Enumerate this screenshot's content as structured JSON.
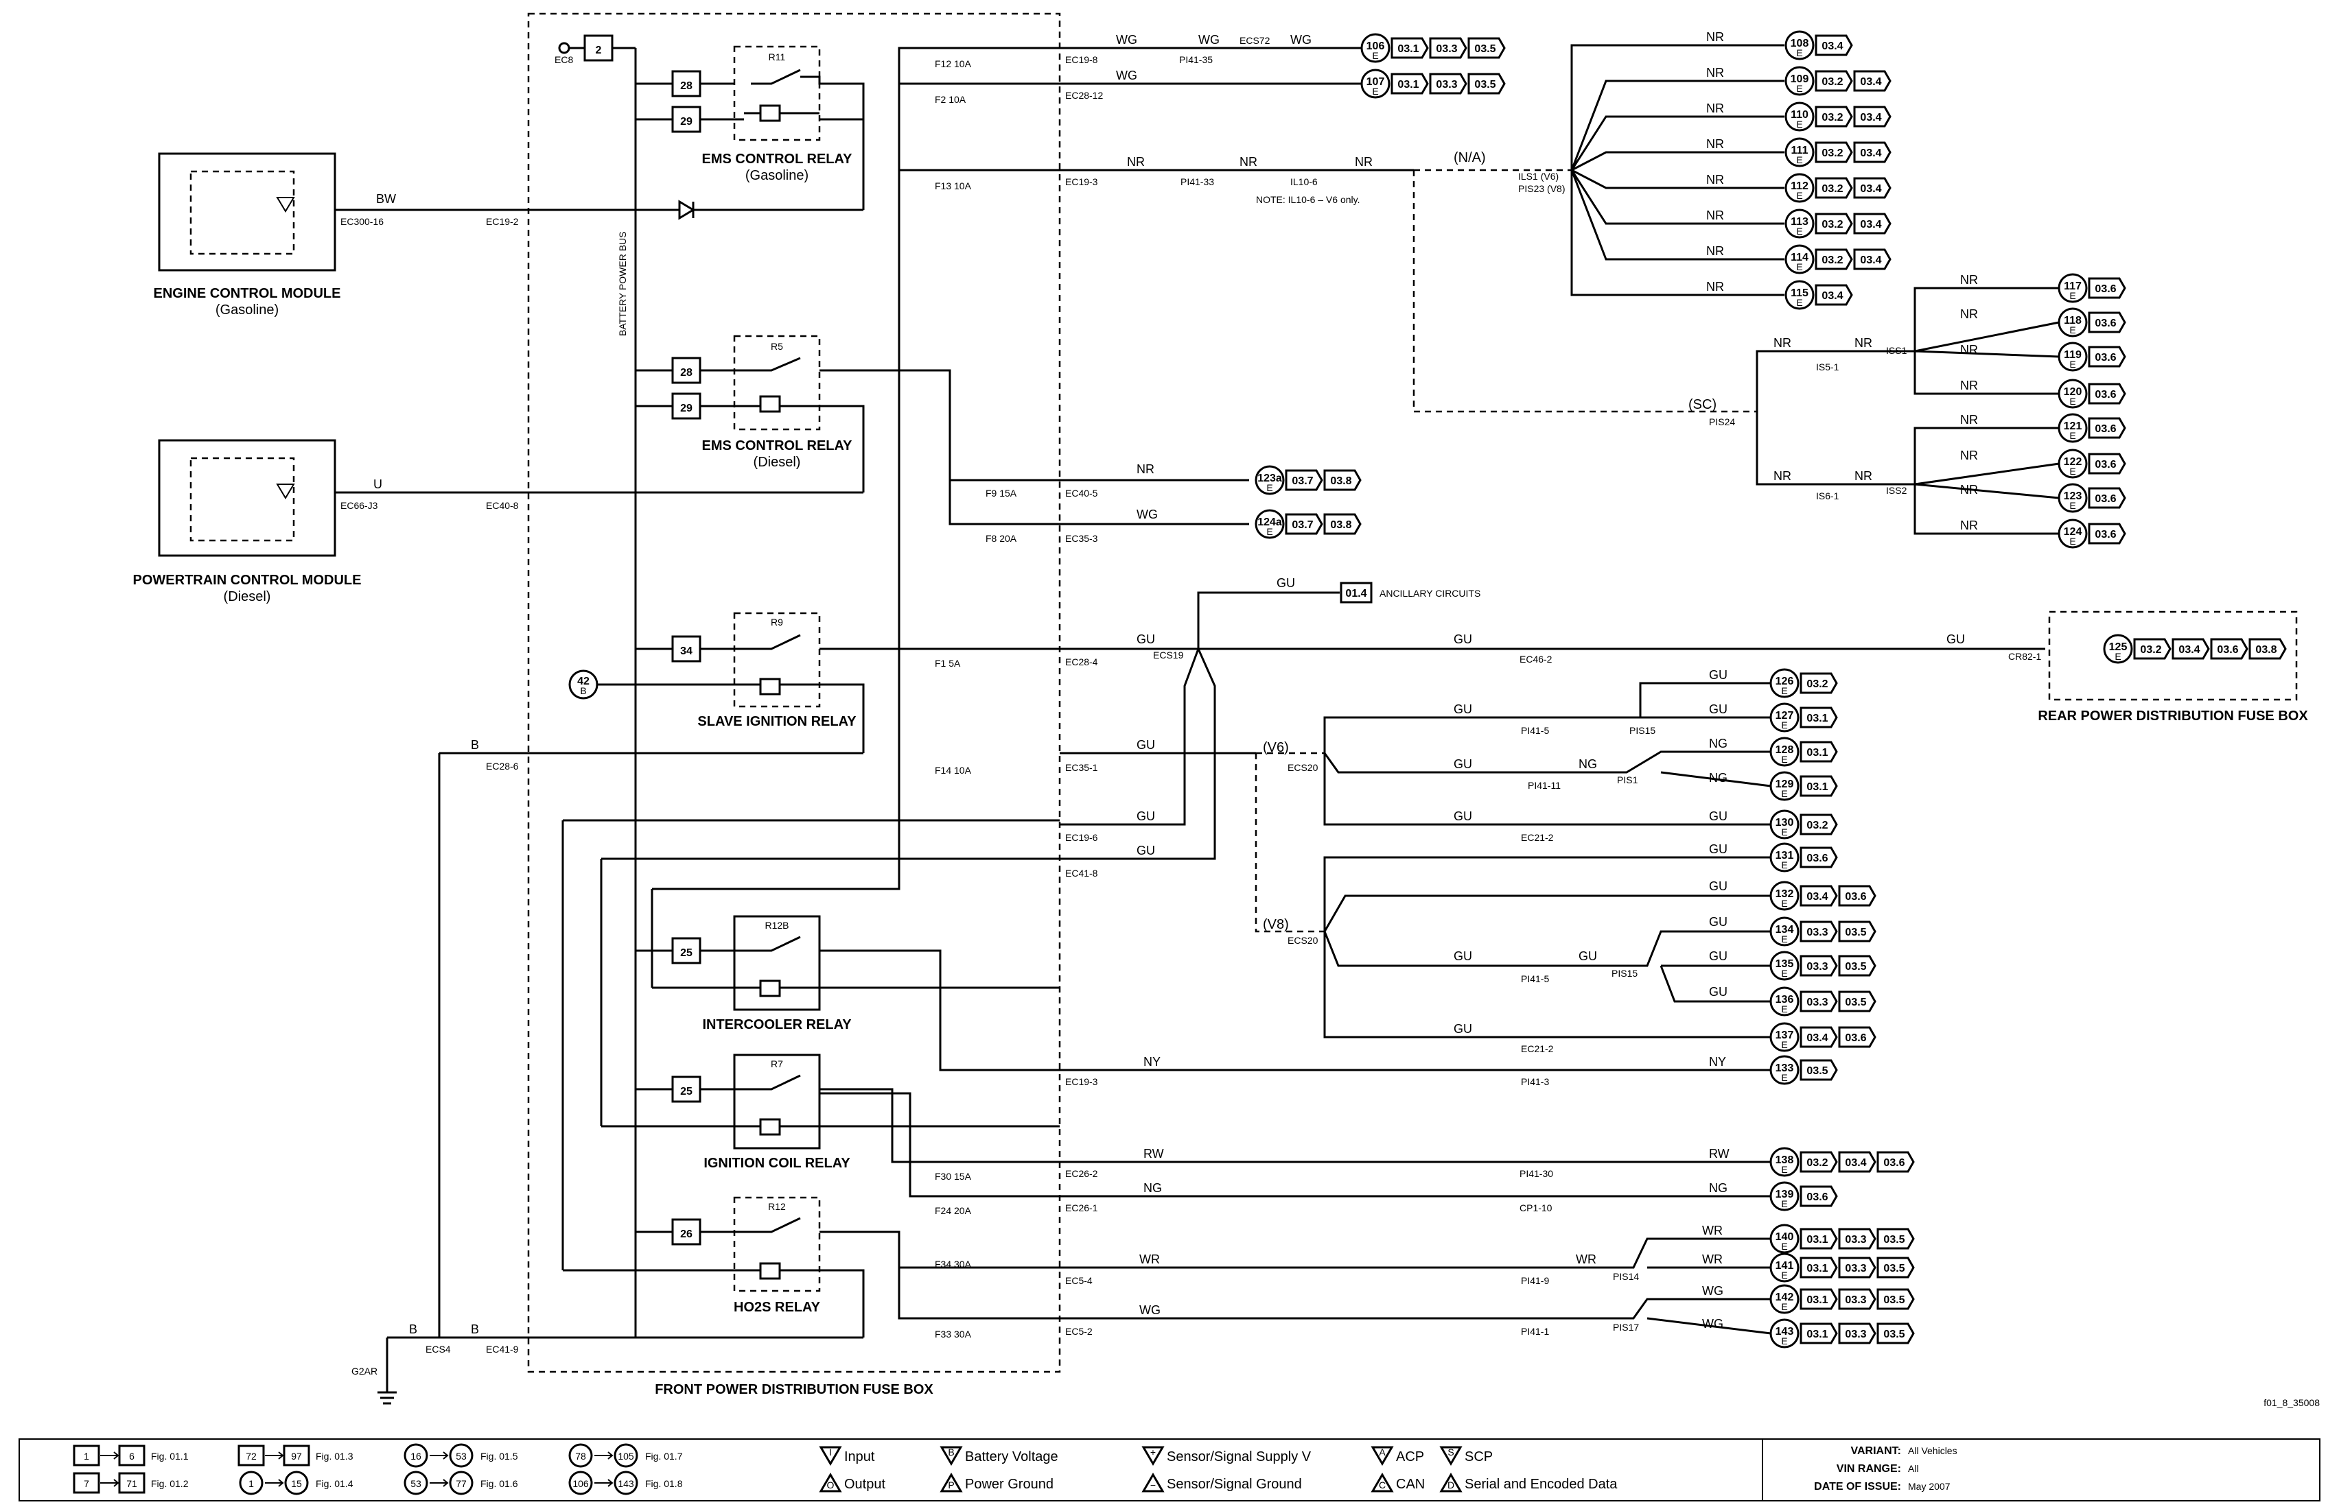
{
  "modules": {
    "ecm": {
      "title": "ENGINE CONTROL MODULE",
      "sub": "(Gasoline)",
      "pin": "EC300-16",
      "wire": "BW"
    },
    "pcm": {
      "title": "POWERTRAIN CONTROL MODULE",
      "sub": "(Diesel)",
      "pin": "EC66-J3",
      "wire": "U"
    },
    "front_box": "FRONT POWER DISTRIBUTION FUSE BOX",
    "rear_box": "REAR POWER DISTRIBUTION FUSE BOX",
    "bus": "BATTERY POWER BUS",
    "ec8": "EC8",
    "ground": "G2AR",
    "ground_splice": "ECS4",
    "ref2": "2",
    "ref42": "42",
    "ref42_sub": "B"
  },
  "relays": [
    {
      "id": "R11",
      "name": "EMS CONTROL RELAY",
      "sub": "(Gasoline)",
      "ref_a": "28",
      "ref_b": "29"
    },
    {
      "id": "R5",
      "name": "EMS CONTROL RELAY",
      "sub": "(Diesel)",
      "ref_a": "28",
      "ref_b": "29"
    },
    {
      "id": "R9",
      "name": "SLAVE IGNITION RELAY",
      "sub": "",
      "ref_a": "34",
      "ref_b": ""
    },
    {
      "id": "R12B",
      "name": "INTERCOOLER RELAY",
      "sub": "",
      "ref_a": "25",
      "ref_b": ""
    },
    {
      "id": "R7",
      "name": "IGNITION COIL RELAY",
      "sub": "",
      "ref_a": "25",
      "ref_b": ""
    },
    {
      "id": "R12",
      "name": "HO2S RELAY",
      "sub": "",
      "ref_a": "26",
      "ref_b": ""
    }
  ],
  "fuses": [
    "F12 10A",
    "F2 10A",
    "F13 10A",
    "F9 15A",
    "F8 20A",
    "F1 5A",
    "F14 10A",
    "F30 15A",
    "F24 20A",
    "F34 30A",
    "F33 30A"
  ],
  "connectors": {
    "ec19_2": "EC19-2",
    "ec40_8": "EC40-8",
    "ec28_6": "EC28-6",
    "ec41_9": "EC41-9",
    "ec19_8": "EC19-8",
    "ec28_12": "EC28-12",
    "ec19_3a": "EC19-3",
    "ec40_5": "EC40-5",
    "ec35_3": "EC35-3",
    "ec28_4": "EC28-4",
    "ec35_1": "EC35-1",
    "ec19_6": "EC19-6",
    "ec41_8": "EC41-8",
    "ec19_3b": "EC19-3",
    "ec26_2": "EC26-2",
    "ec26_1": "EC26-1",
    "ec5_4": "EC5-4",
    "ec5_2": "EC5-2",
    "pi41_35": "PI41-35",
    "ecs72": "ECS72",
    "pi41_33": "PI41-33",
    "il10_6": "IL10-6",
    "note": "NOTE: IL10-6 – V6 only.",
    "na": "(N/A)",
    "ils1": "ILS1 (V6)",
    "pis23": "PIS23 (V8)",
    "sc": "(SC)",
    "pis24": "PIS24",
    "is5_1": "IS5-1",
    "is6_1": "IS6-1",
    "iss1": "ISS1",
    "iss2": "ISS2",
    "ecs19": "ECS19",
    "ec46_2": "EC46-2",
    "cr82_1": "CR82-1",
    "ancillary": "ANCILLARY CIRCUITS",
    "ref014": "01.4",
    "pi41_5a": "PI41-5",
    "pis15a": "PIS15",
    "pi41_11": "PI41-11",
    "pis1": "PIS1",
    "ec21_2a": "EC21-2",
    "v6": "(V6)",
    "v8": "(V8)",
    "ecs20a": "ECS20",
    "ecs20b": "ECS20",
    "pi41_5b": "PI41-5",
    "pis15b": "PIS15",
    "ec21_2b": "EC21-2",
    "pi41_3": "PI41-3",
    "pi41_30": "PI41-30",
    "cp1_10": "CP1-10",
    "pi41_9": "PI41-9",
    "pis14": "PIS14",
    "pi41_1": "PI41-1",
    "pis17": "PIS17",
    "fig_code": "f01_8_35008"
  },
  "wires": {
    "wg": "WG",
    "nr": "NR",
    "gu": "GU",
    "ng": "NG",
    "ny": "NY",
    "rw": "RW",
    "wr": "WR",
    "b": "B"
  },
  "outputs": [
    {
      "n": "106",
      "refs": [
        "03.1",
        "03.3",
        "03.5"
      ]
    },
    {
      "n": "107",
      "refs": [
        "03.1",
        "03.3",
        "03.5"
      ]
    },
    {
      "n": "108",
      "refs": [
        "03.4"
      ]
    },
    {
      "n": "109",
      "refs": [
        "03.2",
        "03.4"
      ]
    },
    {
      "n": "110",
      "refs": [
        "03.2",
        "03.4"
      ]
    },
    {
      "n": "111",
      "refs": [
        "03.2",
        "03.4"
      ]
    },
    {
      "n": "112",
      "refs": [
        "03.2",
        "03.4"
      ]
    },
    {
      "n": "113",
      "refs": [
        "03.2",
        "03.4"
      ]
    },
    {
      "n": "114",
      "refs": [
        "03.2",
        "03.4"
      ]
    },
    {
      "n": "115",
      "refs": [
        "03.4"
      ]
    },
    {
      "n": "117",
      "refs": [
        "03.6"
      ]
    },
    {
      "n": "118",
      "refs": [
        "03.6"
      ]
    },
    {
      "n": "119",
      "refs": [
        "03.6"
      ]
    },
    {
      "n": "120",
      "refs": [
        "03.6"
      ]
    },
    {
      "n": "121",
      "refs": [
        "03.6"
      ]
    },
    {
      "n": "122",
      "refs": [
        "03.6"
      ]
    },
    {
      "n": "123",
      "refs": [
        "03.6"
      ]
    },
    {
      "n": "124",
      "refs": [
        "03.6"
      ]
    },
    {
      "n": "123a",
      "refs": [
        "03.7",
        "03.8"
      ]
    },
    {
      "n": "124a",
      "refs": [
        "03.7",
        "03.8"
      ]
    },
    {
      "n": "125",
      "refs": [
        "03.2",
        "03.4",
        "03.6",
        "03.8"
      ]
    },
    {
      "n": "126",
      "refs": [
        "03.2"
      ]
    },
    {
      "n": "127",
      "refs": [
        "03.1"
      ]
    },
    {
      "n": "128",
      "refs": [
        "03.1"
      ]
    },
    {
      "n": "129",
      "refs": [
        "03.1"
      ]
    },
    {
      "n": "130",
      "refs": [
        "03.2"
      ]
    },
    {
      "n": "131",
      "refs": [
        "03.6"
      ]
    },
    {
      "n": "132",
      "refs": [
        "03.4",
        "03.6"
      ]
    },
    {
      "n": "134",
      "refs": [
        "03.3",
        "03.5"
      ]
    },
    {
      "n": "135",
      "refs": [
        "03.3",
        "03.5"
      ]
    },
    {
      "n": "136",
      "refs": [
        "03.3",
        "03.5"
      ]
    },
    {
      "n": "137",
      "refs": [
        "03.4",
        "03.6"
      ]
    },
    {
      "n": "133",
      "refs": [
        "03.5"
      ]
    },
    {
      "n": "138",
      "refs": [
        "03.2",
        "03.4",
        "03.6"
      ]
    },
    {
      "n": "139",
      "refs": [
        "03.6"
      ]
    },
    {
      "n": "140",
      "refs": [
        "03.1",
        "03.3",
        "03.5"
      ]
    },
    {
      "n": "141",
      "refs": [
        "03.1",
        "03.3",
        "03.5"
      ]
    },
    {
      "n": "142",
      "refs": [
        "03.1",
        "03.3",
        "03.5"
      ]
    },
    {
      "n": "143",
      "refs": [
        "03.1",
        "03.3",
        "03.5"
      ]
    }
  ],
  "legend": {
    "figs": [
      {
        "from": "1",
        "to": "6",
        "fig": "Fig. 01.1"
      },
      {
        "from": "7",
        "to": "71",
        "fig": "Fig. 01.2"
      },
      {
        "from": "72",
        "to": "97",
        "fig": "Fig. 01.3"
      },
      {
        "from": "1",
        "to": "15",
        "fig": "Fig. 01.4"
      },
      {
        "from": "16",
        "to": "53",
        "fig": "Fig. 01.5"
      },
      {
        "from": "53",
        "to": "77",
        "fig": "Fig. 01.6"
      },
      {
        "from": "78",
        "to": "105",
        "fig": "Fig. 01.7"
      },
      {
        "from": "106",
        "to": "143",
        "fig": "Fig. 01.8"
      }
    ],
    "symbols": [
      {
        "letter": "I",
        "label": "Input"
      },
      {
        "letter": "O",
        "label": "Output"
      },
      {
        "letter": "B",
        "label": "Battery Voltage"
      },
      {
        "letter": "P",
        "label": "Power Ground"
      },
      {
        "letter": "+",
        "label": "Sensor/Signal Supply V"
      },
      {
        "letter": "−",
        "label": "Sensor/Signal Ground"
      },
      {
        "letter": "A",
        "label": "ACP"
      },
      {
        "letter": "C",
        "label": "CAN"
      },
      {
        "letter": "S",
        "label": "SCP"
      },
      {
        "letter": "D",
        "label": "Serial and Encoded Data"
      }
    ],
    "variant_label": "VARIANT:",
    "variant": "All Vehicles",
    "vin_label": "VIN RANGE:",
    "vin": "All",
    "date_label": "DATE OF ISSUE:",
    "date": "May 2007"
  }
}
